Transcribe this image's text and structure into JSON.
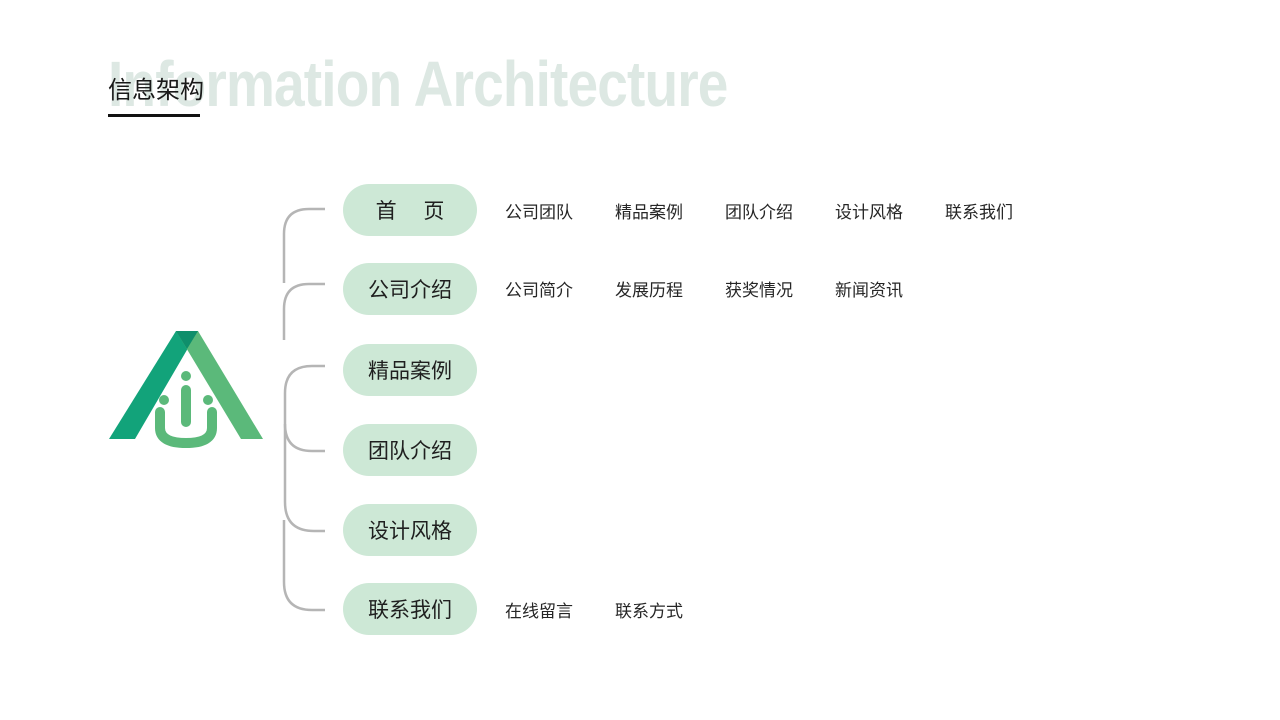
{
  "header": {
    "bg_title": "Information Architecture",
    "title": "信息架构"
  },
  "colors": {
    "node_fill": "#cde8d6",
    "connector": "#b5b5b5",
    "logo_dark": "#12a37a",
    "logo_light": "#5bb97a",
    "bg_title": "#dde8e3"
  },
  "logo": {
    "icon": "house-people-logo-icon"
  },
  "nodes": [
    {
      "label": "首 页",
      "children": [
        "公司团队",
        "精品案例",
        "团队介绍",
        "设计风格",
        "联系我们"
      ]
    },
    {
      "label": "公司介绍",
      "children": [
        "公司简介",
        "发展历程",
        "获奖情况",
        "新闻资讯"
      ]
    },
    {
      "label": "精品案例",
      "children": []
    },
    {
      "label": "团队介绍",
      "children": []
    },
    {
      "label": "设计风格",
      "children": []
    },
    {
      "label": "联系我们",
      "children": [
        "在线留言",
        "联系方式"
      ]
    }
  ]
}
